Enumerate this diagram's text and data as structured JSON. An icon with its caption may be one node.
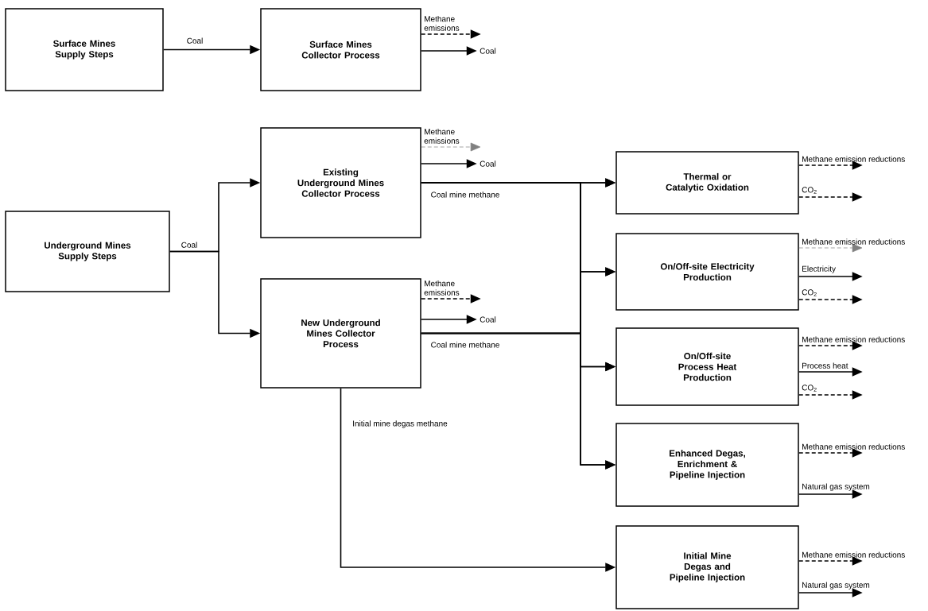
{
  "diagram": {
    "nodes": [
      {
        "text": [
          "Surface Mines Supply Steps"
        ]
      },
      {
        "text": [
          "Surface Mines Collector Process"
        ]
      },
      {
        "text": [
          "Underground Mines Supply Steps"
        ]
      },
      {
        "text": [
          "Existing Underground Mines Collector Process"
        ]
      },
      {
        "text": [
          "New Underground Mines Collector Process"
        ]
      },
      {
        "text": [
          "Thermal or Catalytic Oxidation"
        ]
      },
      {
        "text": [
          "On/Off-site Electricity Production"
        ]
      },
      {
        "text": [
          "On/Off-site Process Heat Production"
        ]
      },
      {
        "text": [
          "Enhanced Degas, Enrichment & Pipeline Injection"
        ]
      },
      {
        "text": [
          "Initial Mine Degas and Pipeline Injection"
        ]
      }
    ],
    "edges": [
      {
        "from": 0,
        "to": 1,
        "arrow": "to",
        "label": "Coal"
      },
      {
        "from": 1,
        "to": null,
        "arrow": "to",
        "label": "Methane emissions",
        "style": "dashed"
      },
      {
        "from": 1,
        "to": null,
        "arrow": "to",
        "label": "Coal"
      },
      {
        "from": 2,
        "to": 3,
        "arrow": "to",
        "label": "Coal"
      },
      {
        "from": 2,
        "to": 4,
        "arrow": "to"
      },
      {
        "from": 3,
        "to": null,
        "arrow": "to",
        "label": "Methane emissions",
        "style": "dashed",
        "color": "#808080"
      },
      {
        "from": 3,
        "to": null,
        "arrow": "to",
        "label": "Coal"
      },
      {
        "from": 3,
        "to": 5,
        "arrow": "to",
        "label": "Coal mine methane"
      },
      {
        "from": 3,
        "to": 6,
        "arrow": "to"
      },
      {
        "from": 3,
        "to": 7,
        "arrow": "to"
      },
      {
        "from": 3,
        "to": 8,
        "arrow": "to"
      },
      {
        "from": 4,
        "to": null,
        "arrow": "to",
        "label": "Methane emissions",
        "style": "dashed"
      },
      {
        "from": 4,
        "to": null,
        "arrow": "to",
        "label": "Coal"
      },
      {
        "from": 4,
        "to": 5,
        "arrow": "to",
        "label": "Coal mine methane"
      },
      {
        "from": 4,
        "to": 6,
        "arrow": "to"
      },
      {
        "from": 4,
        "to": 7,
        "arrow": "to"
      },
      {
        "from": 4,
        "to": 8,
        "arrow": "to"
      },
      {
        "from": 4,
        "to": 9,
        "arrow": "to",
        "label": "Initial mine degas methane"
      },
      {
        "from": 5,
        "to": null,
        "arrow": "to",
        "label": "Methane emission reductions",
        "style": "dashed"
      },
      {
        "from": 5,
        "to": null,
        "arrow": "to",
        "label": "CO$_{2}$",
        "style": "dashed"
      },
      {
        "from": 6,
        "to": null,
        "arrow": "to",
        "label": "Methane emission reductions",
        "style": "dashed",
        "color": "#808080"
      },
      {
        "from": 6,
        "to": null,
        "arrow": "to",
        "label": "Electricity"
      },
      {
        "from": 6,
        "to": null,
        "arrow": "to",
        "label": "CO$_{2}$",
        "style": "dashed"
      },
      {
        "from": 7,
        "to": null,
        "arrow": "to",
        "label": "Methane emission reductions",
        "style": "dashed"
      },
      {
        "from": 7,
        "to": null,
        "arrow": "to",
        "label": "Process heat"
      },
      {
        "from": 7,
        "to": null,
        "arrow": "to",
        "label": "CO$_{2}$",
        "style": "dashed"
      },
      {
        "from": 8,
        "to": null,
        "arrow": "to",
        "label": "Methane emission reductions",
        "style": "dashed"
      },
      {
        "from": 8,
        "to": null,
        "arrow": "to",
        "label": "Natural gas system"
      },
      {
        "from": 9,
        "to": null,
        "arrow": "to",
        "label": "Methane emission reductions",
        "style": "dashed"
      },
      {
        "from": 9,
        "to": null,
        "arrow": "to",
        "label": "Natural gas system"
      }
    ]
  }
}
